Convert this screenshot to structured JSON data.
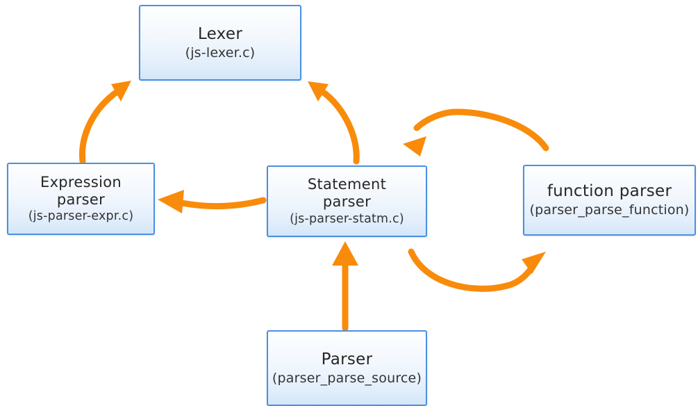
{
  "diagram": {
    "type": "flow-diagram",
    "background_color": "#ffffff",
    "node_border_color": "#4a90e2",
    "node_fill_color": "#e6f0fb",
    "arrow_color": "#f98b0a",
    "nodes": [
      {
        "id": "lexer",
        "title": "Lexer",
        "subtitle": "(js-lexer.c)"
      },
      {
        "id": "expression",
        "title": "Expression parser",
        "title_line1": "Expression",
        "title_line2": "parser",
        "subtitle": "(js-parser-expr.c)"
      },
      {
        "id": "statement",
        "title": "Statement parser",
        "title_line1": "Statement",
        "title_line2": "parser",
        "subtitle": "(js-parser-statm.c)"
      },
      {
        "id": "function",
        "title": "function parser",
        "subtitle": "(parser_parse_function)"
      },
      {
        "id": "parser",
        "title": "Parser",
        "subtitle": "(parser_parse_source)"
      }
    ],
    "edges": [
      {
        "id": "expression-to-lexer",
        "from": "expression",
        "to": "lexer",
        "style": "curved-up-right"
      },
      {
        "id": "statement-to-lexer",
        "from": "statement",
        "to": "lexer",
        "style": "curved-up-left"
      },
      {
        "id": "statement-to-expression",
        "from": "statement",
        "to": "expression",
        "style": "horizontal-left"
      },
      {
        "id": "parser-to-statement",
        "from": "parser",
        "to": "statement",
        "style": "vertical-up"
      },
      {
        "id": "function-to-statement",
        "from": "function",
        "to": "statement",
        "style": "arc-over-left"
      },
      {
        "id": "statement-to-function",
        "from": "statement",
        "to": "function",
        "style": "arc-under-right"
      }
    ]
  }
}
